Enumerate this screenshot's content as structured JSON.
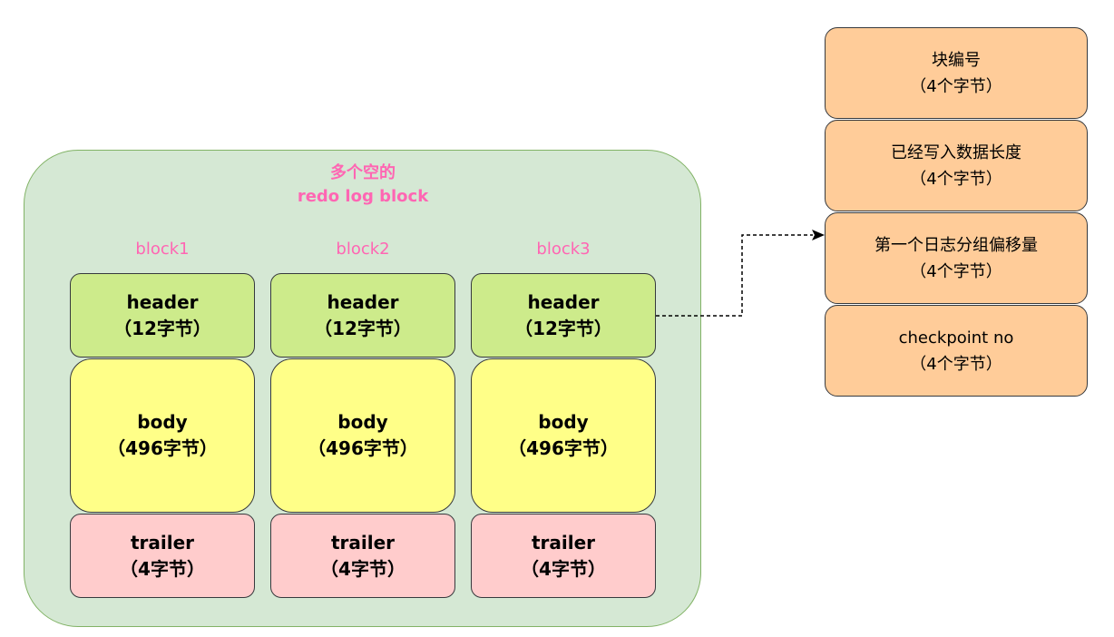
{
  "container": {
    "title_line1": "多个空的",
    "title_line2": "redo log block"
  },
  "blocks": [
    {
      "label": "block1",
      "header": {
        "name": "header",
        "size": "（12字节）"
      },
      "body": {
        "name": "body",
        "size": "（496字节）"
      },
      "trailer": {
        "name": "trailer",
        "size": "（4字节）"
      }
    },
    {
      "label": "block2",
      "header": {
        "name": "header",
        "size": "（12字节）"
      },
      "body": {
        "name": "body",
        "size": "（496字节）"
      },
      "trailer": {
        "name": "trailer",
        "size": "（4字节）"
      }
    },
    {
      "label": "block3",
      "header": {
        "name": "header",
        "size": "（12字节）"
      },
      "body": {
        "name": "body",
        "size": "（496字节）"
      },
      "trailer": {
        "name": "trailer",
        "size": "（4字节）"
      }
    }
  ],
  "header_fields": [
    {
      "name": "块编号",
      "size": "（4个字节）"
    },
    {
      "name": "已经写入数据长度",
      "size": "（4个字节）"
    },
    {
      "name": "第一个日志分组偏移量",
      "size": "（4个字节）"
    },
    {
      "name": "checkpoint no",
      "size": "（4个字节）"
    }
  ],
  "colors": {
    "container_fill": "#d5e8d4",
    "container_stroke": "#82b366",
    "label_color": "#ff66b3",
    "header_fill": "#cdeb8b",
    "body_fill": "#ffff88",
    "trailer_fill": "#ffcccc",
    "field_fill": "#ffcc99",
    "box_stroke": "#36393d"
  }
}
